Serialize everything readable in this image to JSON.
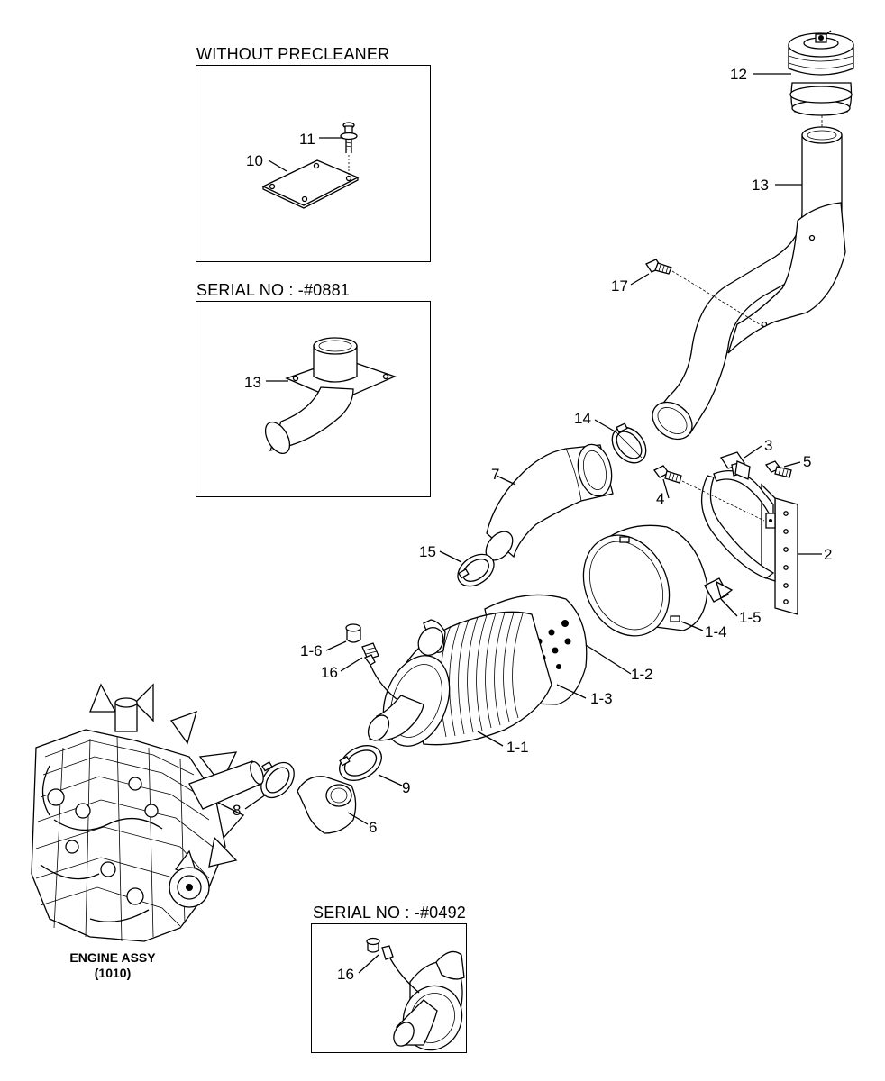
{
  "insets": [
    {
      "id": "without-precleaner",
      "title": "WITHOUT PRECLEANER"
    },
    {
      "id": "serial-0881",
      "title": "SERIAL NO : -#0881"
    },
    {
      "id": "serial-0492",
      "title": "SERIAL NO : -#0492"
    }
  ],
  "engine_caption": {
    "line1": "ENGINE ASSY",
    "line2": "(1010)"
  },
  "callouts": {
    "c10": "10",
    "c11": "11",
    "c13_inset": "13",
    "c12": "12",
    "c13": "13",
    "c17": "17",
    "c14": "14",
    "c3": "3",
    "c5": "5",
    "c4": "4",
    "c2": "2",
    "c7": "7",
    "c15": "15",
    "c1_5": "1-5",
    "c1_4": "1-4",
    "c1_6": "1-6",
    "c16": "16",
    "c1_2": "1-2",
    "c1_3": "1-3",
    "c1_1": "1-1",
    "c9": "9",
    "c8": "8",
    "c6": "6",
    "c16_inset": "16"
  },
  "icons": {
    "engine": "engine-assy-drawing",
    "air_cleaner": "air-cleaner-body-drawing",
    "hose": "intake-hose-drawing",
    "clamp": "hose-clamp-drawing",
    "bolt": "bolt-drawing",
    "precleaner": "precleaner-cap-drawing",
    "intake_pipe": "intake-pipe-drawing",
    "bracket": "mounting-bracket-drawing",
    "band": "mounting-band-drawing",
    "cover_plate": "cover-plate-drawing",
    "elbow": "elbow-hose-drawing",
    "indicator": "dust-indicator-drawing"
  }
}
